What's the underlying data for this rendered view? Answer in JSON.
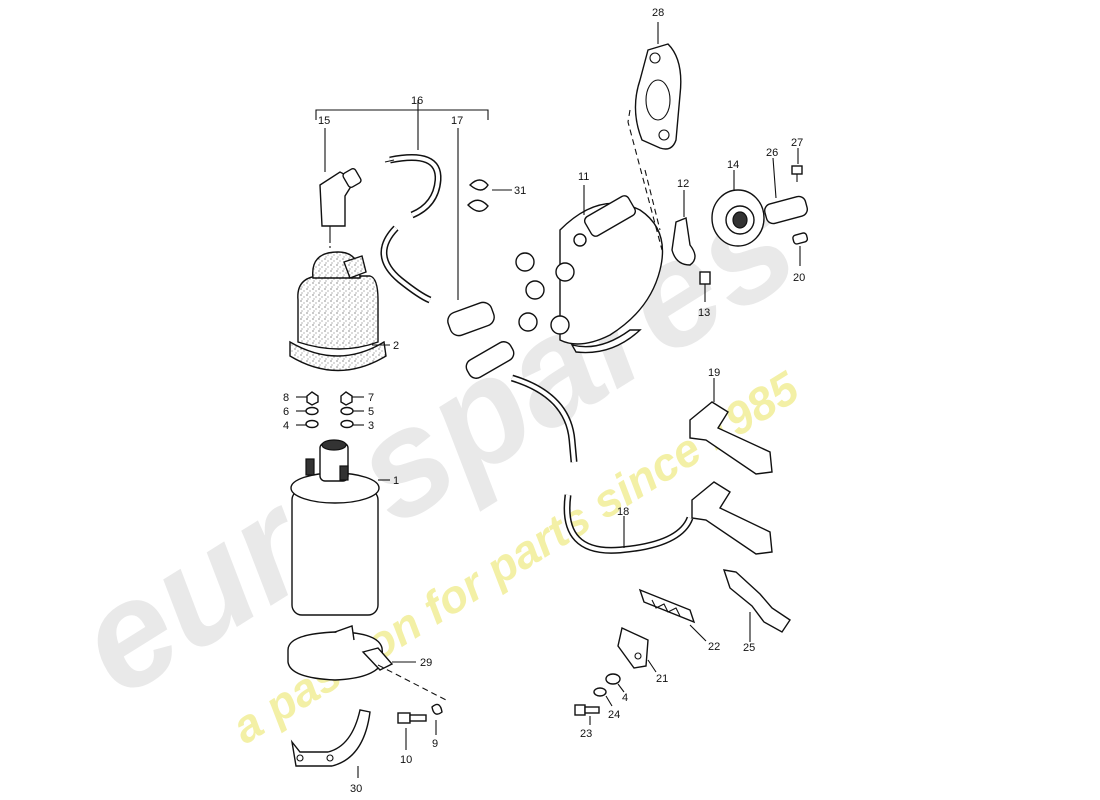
{
  "watermark": {
    "brand": "eurospares",
    "tagline": "a passion for parts since 1985",
    "brand_color": "#e9e9e9",
    "tagline_color": "#f3f0a6"
  },
  "callouts": [
    {
      "id": "c1",
      "text": "1"
    },
    {
      "id": "c2",
      "text": "2"
    },
    {
      "id": "c3",
      "text": "3"
    },
    {
      "id": "c4a",
      "text": "4"
    },
    {
      "id": "c4b",
      "text": "4"
    },
    {
      "id": "c5",
      "text": "5"
    },
    {
      "id": "c6",
      "text": "6"
    },
    {
      "id": "c7",
      "text": "7"
    },
    {
      "id": "c8",
      "text": "8"
    },
    {
      "id": "c9",
      "text": "9"
    },
    {
      "id": "c10",
      "text": "10"
    },
    {
      "id": "c11",
      "text": "11"
    },
    {
      "id": "c12",
      "text": "12"
    },
    {
      "id": "c13",
      "text": "13"
    },
    {
      "id": "c14",
      "text": "14"
    },
    {
      "id": "c15",
      "text": "15"
    },
    {
      "id": "c16",
      "text": "16"
    },
    {
      "id": "c17",
      "text": "17"
    },
    {
      "id": "c18",
      "text": "18"
    },
    {
      "id": "c19",
      "text": "19"
    },
    {
      "id": "c20",
      "text": "20"
    },
    {
      "id": "c21",
      "text": "21"
    },
    {
      "id": "c22",
      "text": "22"
    },
    {
      "id": "c23",
      "text": "23"
    },
    {
      "id": "c24",
      "text": "24"
    },
    {
      "id": "c25",
      "text": "25"
    },
    {
      "id": "c26",
      "text": "26"
    },
    {
      "id": "c27",
      "text": "27"
    },
    {
      "id": "c28",
      "text": "28"
    },
    {
      "id": "c29",
      "text": "29"
    },
    {
      "id": "c30",
      "text": "30"
    },
    {
      "id": "c31",
      "text": "31"
    }
  ]
}
